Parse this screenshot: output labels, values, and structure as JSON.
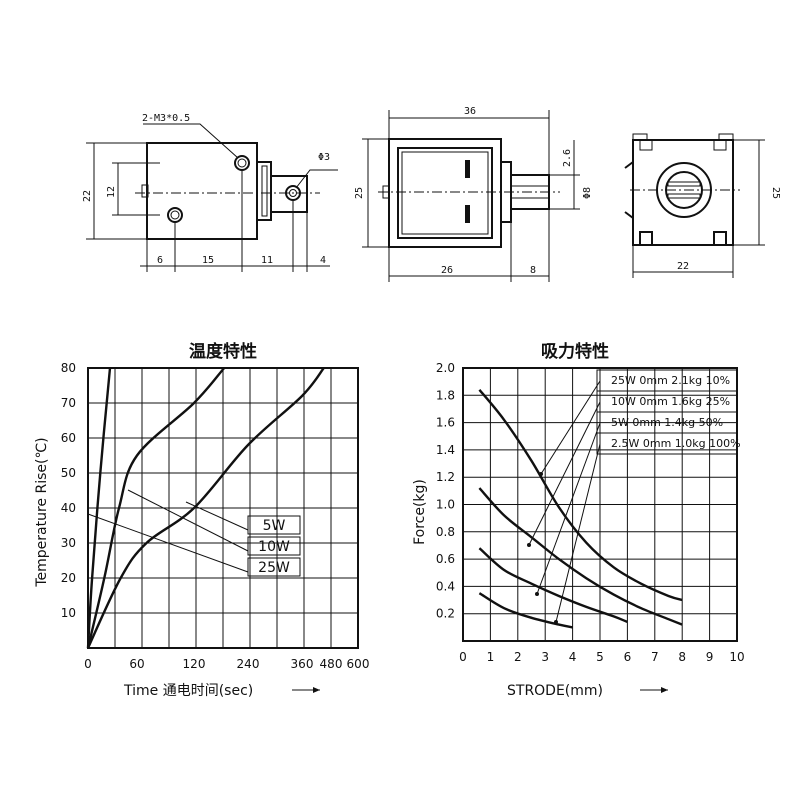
{
  "drawing": {
    "side_view": {
      "thread_label": "2-M3*0.5",
      "hole_label": "Φ3",
      "height": "22",
      "hole_spacing": "12",
      "dims_bottom": [
        "6",
        "15",
        "11",
        "4"
      ]
    },
    "front_view": {
      "width": "36",
      "height": "25",
      "gap": "2.6",
      "shaft_dia": "Φ8",
      "body_len": "26",
      "plunger_len": "8"
    },
    "end_view": {
      "width": "22",
      "height": "25"
    }
  },
  "chart_data": [
    {
      "type": "line",
      "title": "温度特性",
      "xlabel": "Time 通电时间(sec)",
      "ylabel": "Temperature Rise(℃)",
      "x_ticks": [
        "0",
        "60",
        "120",
        "240",
        "360",
        "480",
        "600"
      ],
      "y_ticks": [
        "10",
        "20",
        "30",
        "40",
        "50",
        "60",
        "70",
        "80"
      ],
      "ylim": [
        0,
        80
      ],
      "grid": true,
      "legend": [
        "5W",
        "10W",
        "25W"
      ],
      "series": [
        {
          "name": "25W",
          "points": [
            [
              0,
              0
            ],
            [
              5,
              20
            ],
            [
              15,
              50
            ],
            [
              27,
              80
            ]
          ]
        },
        {
          "name": "10W",
          "points": [
            [
              0,
              0
            ],
            [
              20,
              20
            ],
            [
              38,
              40
            ],
            [
              60,
              55
            ],
            [
              120,
              70
            ],
            [
              187,
              80
            ]
          ]
        },
        {
          "name": "5W",
          "points": [
            [
              0,
              0
            ],
            [
              40,
              20
            ],
            [
              70,
              30
            ],
            [
              120,
              40
            ],
            [
              240,
              58
            ],
            [
              360,
              72
            ],
            [
              450,
              80
            ]
          ]
        }
      ]
    },
    {
      "type": "line",
      "title": "吸力特性",
      "xlabel": "STRODE(mm)",
      "ylabel": "Force(kg)",
      "x_ticks": [
        "0",
        "1",
        "2",
        "3",
        "4",
        "5",
        "6",
        "7",
        "8",
        "9",
        "10"
      ],
      "y_ticks": [
        "0.2",
        "0.4",
        "0.6",
        "0.8",
        "1.0",
        "1.2",
        "1.4",
        "1.6",
        "1.8",
        "2.0"
      ],
      "xlim": [
        0,
        10
      ],
      "ylim": [
        0,
        2.0
      ],
      "grid": true,
      "legend": [
        "25W 0mm 2.1kg    10%",
        "10W 0mm 1.6kg    25%",
        "5W 0mm 1.4kg    50%",
        "2.5W 0mm 1.0kg    100%"
      ],
      "series": [
        {
          "name": "25W 0mm 2.1kg 10%",
          "points": [
            [
              0.6,
              1.84
            ],
            [
              1.5,
              1.62
            ],
            [
              2.5,
              1.32
            ],
            [
              3.5,
              0.98
            ],
            [
              4.5,
              0.72
            ],
            [
              5.5,
              0.54
            ],
            [
              6.5,
              0.42
            ],
            [
              7.5,
              0.33
            ],
            [
              8.0,
              0.3
            ]
          ]
        },
        {
          "name": "10W 0mm 1.6kg 25%",
          "points": [
            [
              0.6,
              1.12
            ],
            [
              1.5,
              0.92
            ],
            [
              2.5,
              0.76
            ],
            [
              3.5,
              0.6
            ],
            [
              4.5,
              0.46
            ],
            [
              5.5,
              0.34
            ],
            [
              6.5,
              0.24
            ],
            [
              7.5,
              0.16
            ],
            [
              8.0,
              0.12
            ]
          ]
        },
        {
          "name": "5W 0mm 1.4kg 50%",
          "points": [
            [
              0.6,
              0.68
            ],
            [
              1.5,
              0.52
            ],
            [
              2.5,
              0.42
            ],
            [
              3.5,
              0.33
            ],
            [
              4.5,
              0.25
            ],
            [
              5.5,
              0.18
            ],
            [
              6.0,
              0.14
            ]
          ]
        },
        {
          "name": "2.5W 0mm 1.0kg 100%",
          "points": [
            [
              0.6,
              0.35
            ],
            [
              1.5,
              0.24
            ],
            [
              2.5,
              0.17
            ],
            [
              3.5,
              0.12
            ],
            [
              4.0,
              0.1
            ]
          ]
        }
      ]
    }
  ]
}
